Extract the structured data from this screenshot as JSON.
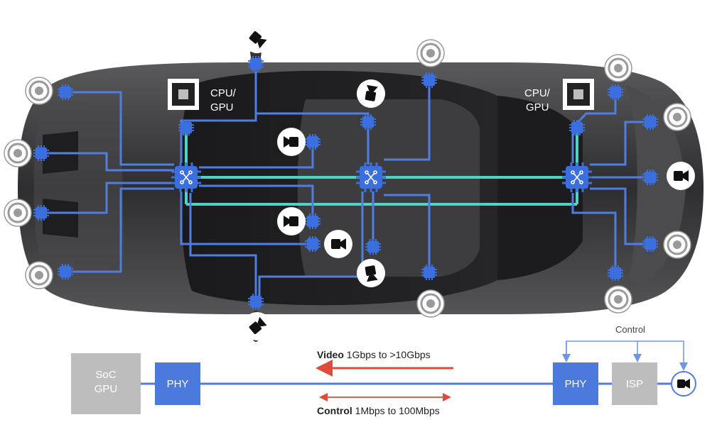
{
  "car": {
    "cpu_left": [
      "CPU/",
      "GPU"
    ],
    "cpu_right": [
      "CPU/",
      "GPU"
    ]
  },
  "link": {
    "soc_label": [
      "SoC",
      "GPU"
    ],
    "phy_left": "PHY",
    "phy_right": "PHY",
    "isp": "ISP",
    "control_top": "Control",
    "video_bold": "Video",
    "video_rate": " 1Gbps to >10Gbps",
    "control_bold": "Control",
    "control_rate": " 1Mbps to 100Mbps"
  },
  "colors": {
    "wire": "#4f7ee0",
    "backbone": "#4fd3c4",
    "switch": "#3b6fe0",
    "arrow": "#e04a3a",
    "box_gray": "#bdbdbd",
    "phy_blue": "#4b79dc",
    "car_body": "#3a3a3c"
  },
  "icons": {
    "switch": "network-switch-icon",
    "cpu": "cpu-chip-icon",
    "camera": "video-camera-icon",
    "sensor": "radar-sensor-icon",
    "tile": "transceiver-chip-icon"
  }
}
